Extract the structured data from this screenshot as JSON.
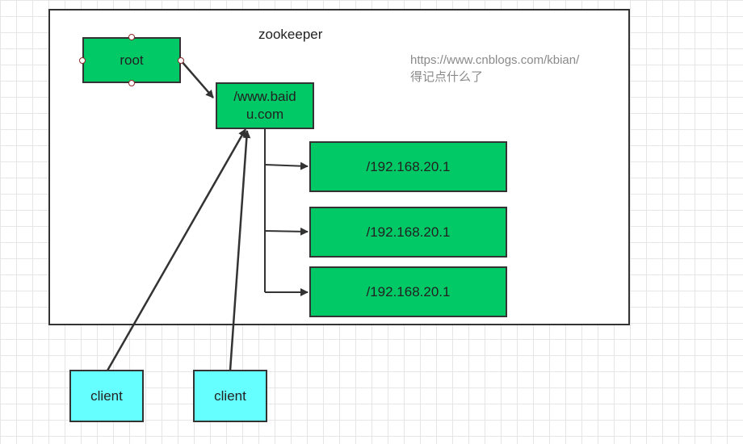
{
  "diagram": {
    "title": "zookeeper",
    "watermark": {
      "url": "https://www.cnblogs.com/kbian/",
      "caption": "得记点什么了"
    },
    "nodes": {
      "root": "root",
      "domain_line1": "/www.baid",
      "domain_line2": "u.com",
      "server1": "/192.168.20.1",
      "server2": "/192.168.20.1",
      "server3": "/192.168.20.1",
      "client1": "client",
      "client2": "client"
    }
  },
  "colors": {
    "node_green": "#00c966",
    "client_cyan": "#66ffff",
    "border": "#333333"
  }
}
